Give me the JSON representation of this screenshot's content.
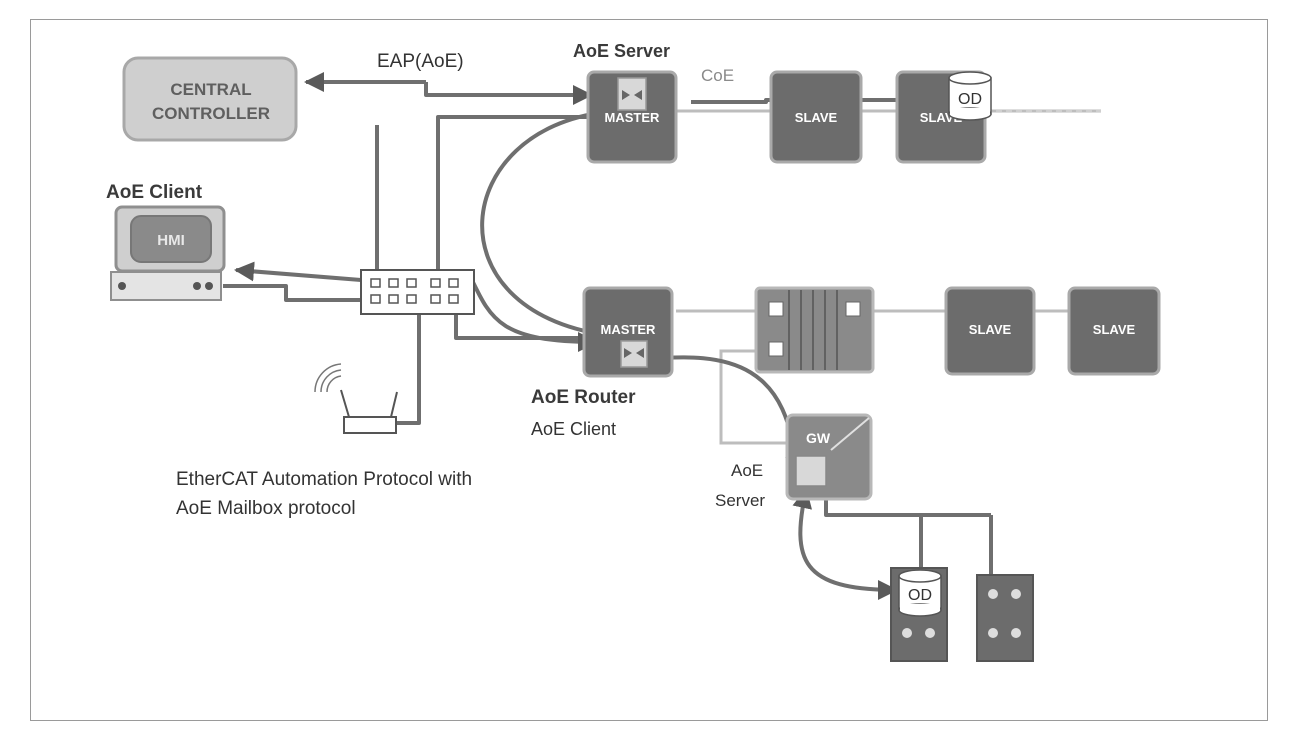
{
  "labels": {
    "eap_aoe": "EAP(AoE)",
    "coe": "CoE",
    "aoe_server_top": "AoE Server",
    "aoe_client_hmi": "AoE Client",
    "central_controller_line1": "CENTRAL",
    "central_controller_line2": "CONTROLLER",
    "hmi": "HMI",
    "master_top": "MASTER",
    "slave_top_1": "SLAVE",
    "slave_top_2": "SLAVE",
    "od_top": "OD",
    "master_bottom": "MASTER",
    "slave_bottom_1": "SLAVE",
    "slave_bottom_2": "SLAVE",
    "aoe_router": "AoE Router",
    "aoe_client_router": "AoE Client",
    "gw": "GW",
    "aoe_server_gw_line1": "AoE",
    "aoe_server_gw_line2": "Server",
    "od_bottom": "OD",
    "caption_line1": "EtherCAT Automation Protocol with",
    "caption_line2": "AoE Mailbox protocol"
  },
  "colors": {
    "dark_box": "#6c6c6c",
    "light_box": "#cfcfcf",
    "wire": "#6f6f6f",
    "wire_light": "#bdbdbd"
  }
}
